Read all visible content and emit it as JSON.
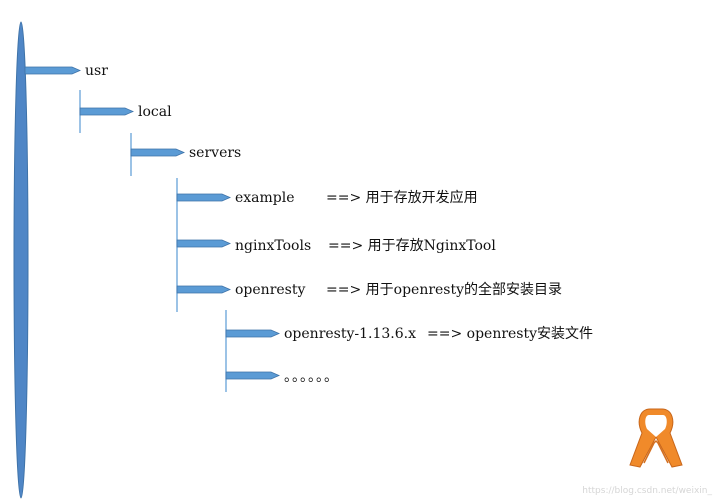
{
  "tree": {
    "nodes": [
      {
        "id": "usr",
        "label": "usr",
        "desc": ""
      },
      {
        "id": "local",
        "label": "local",
        "desc": ""
      },
      {
        "id": "servers",
        "label": "servers",
        "desc": ""
      },
      {
        "id": "example",
        "label": "example",
        "desc": "==>   用于存放开发应用"
      },
      {
        "id": "nginxTools",
        "label": "nginxTools",
        "desc": "==>   用于存放NginxTool"
      },
      {
        "id": "openresty",
        "label": "openresty",
        "desc": "==>   用于openresty的全部安装目录"
      },
      {
        "id": "openresty-version",
        "label": "openresty-1.13.6.x",
        "desc": "==>   openresty安装文件"
      },
      {
        "id": "more",
        "label": "。。。。。。",
        "desc": ""
      }
    ]
  },
  "colors": {
    "arrow_fill": "#5b9bd5",
    "arrow_stroke": "#3f73a8",
    "trunk_fill": "#4f86c6",
    "connector": "#5b9bd5",
    "ribbon": "#f08a2a"
  },
  "icons": {
    "ribbon": "awareness-ribbon-icon"
  },
  "watermark": "https://blog.csdn.net/weixin_"
}
